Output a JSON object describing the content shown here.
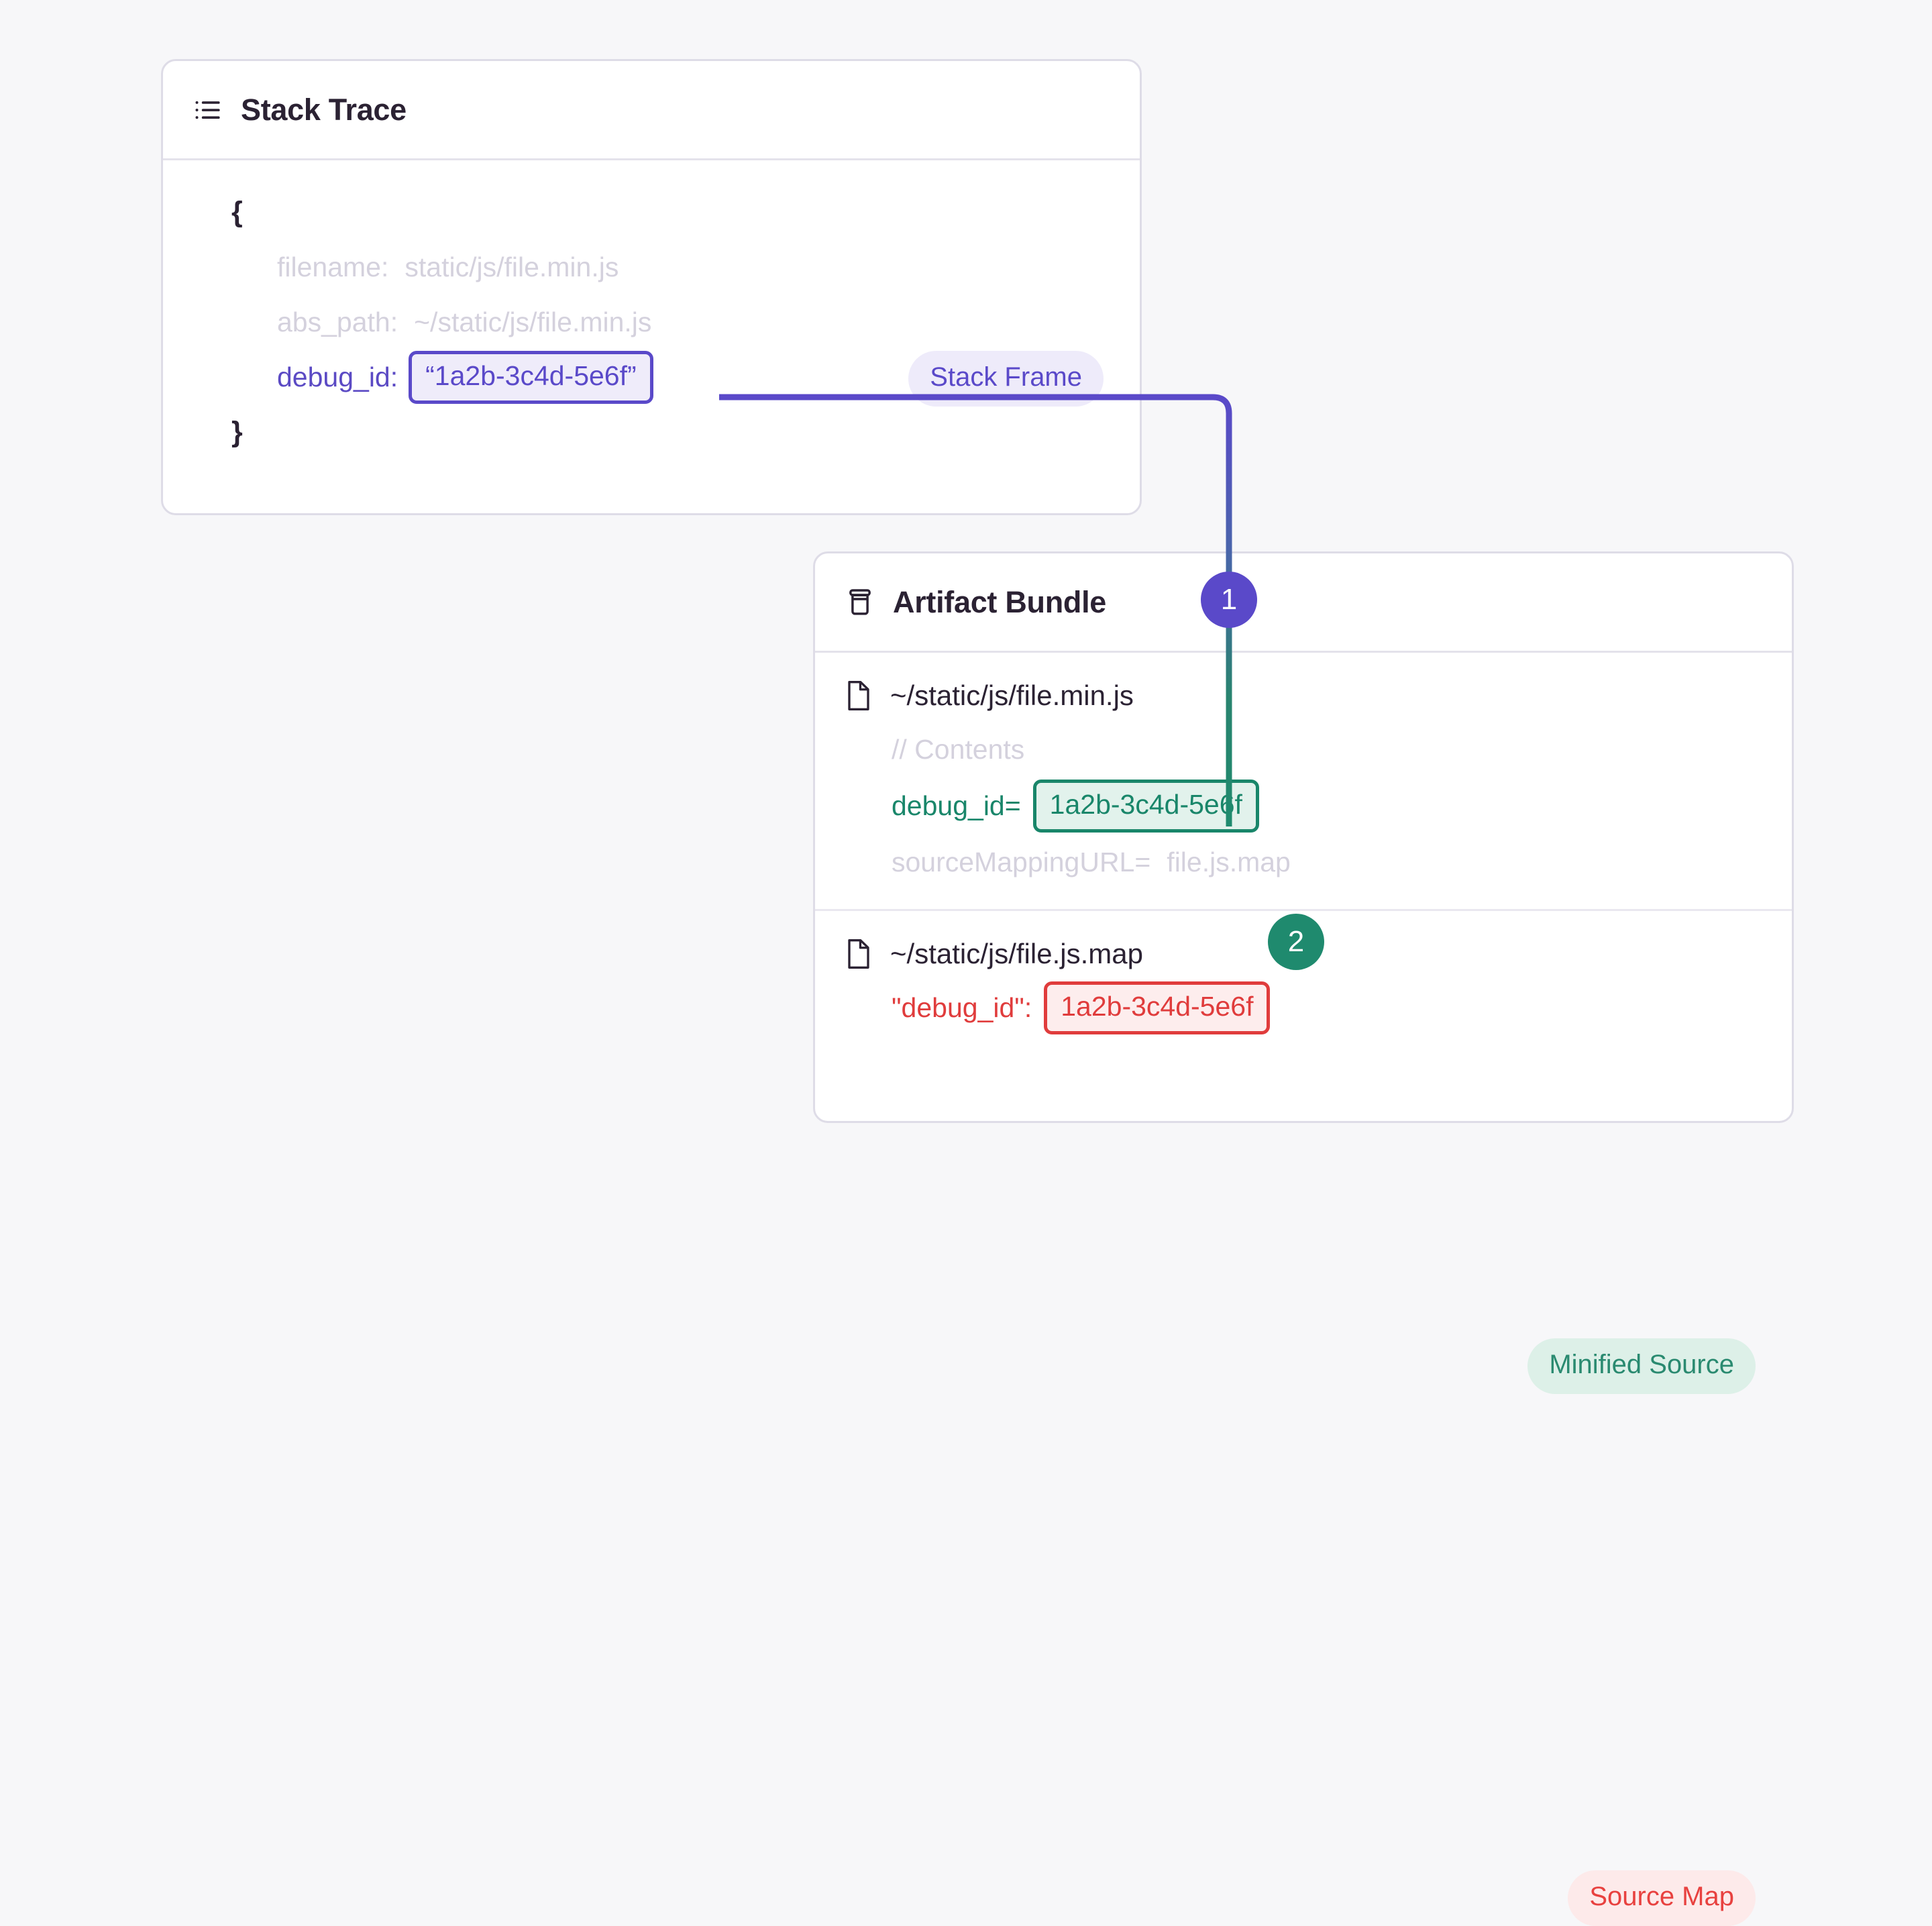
{
  "canvas": {
    "background_color": "#f7f7f9"
  },
  "colors": {
    "purple": "#5a49c9",
    "green": "#19866a",
    "red": "#e03c3c",
    "muted": "#d4d1dd",
    "text": "#2b2233",
    "card_border": "#dedce7"
  },
  "stack_trace_card": {
    "title": "Stack Trace",
    "icon": "list-icon",
    "badge": "Stack Frame",
    "open_brace": "{",
    "close_brace": "}",
    "fields": [
      {
        "key": "filename:",
        "value": "static/js/file.min.js",
        "highlighted": false
      },
      {
        "key": "abs_path:",
        "value": "~/static/js/file.min.js",
        "highlighted": false
      },
      {
        "key": "debug_id:",
        "value": "“1a2b-3c4d-5e6f”",
        "highlighted": true
      }
    ]
  },
  "artifact_bundle_card": {
    "title": "Artifact Bundle",
    "icon": "archive-icon",
    "files": [
      {
        "name": "~/static/js/file.min.js",
        "badge": "Minified Source",
        "badge_style": "green",
        "lines": [
          {
            "key": "// Contents",
            "value": "",
            "style": "muted"
          },
          {
            "key": "debug_id=",
            "value": "1a2b-3c4d-5e6f",
            "style": "green-highlight"
          },
          {
            "key": "sourceMappingURL=",
            "value": "file.js.map",
            "style": "muted"
          }
        ]
      },
      {
        "name": "~/static/js/file.js.map",
        "badge": "Source Map",
        "badge_style": "red",
        "lines": [
          {
            "key": "\"debug_id\":",
            "value": "1a2b-3c4d-5e6f",
            "style": "red-highlight"
          }
        ]
      }
    ]
  },
  "steps": [
    {
      "label": "1",
      "color": "#5a49c9"
    },
    {
      "label": "2",
      "color": "#1f8a6e"
    }
  ]
}
